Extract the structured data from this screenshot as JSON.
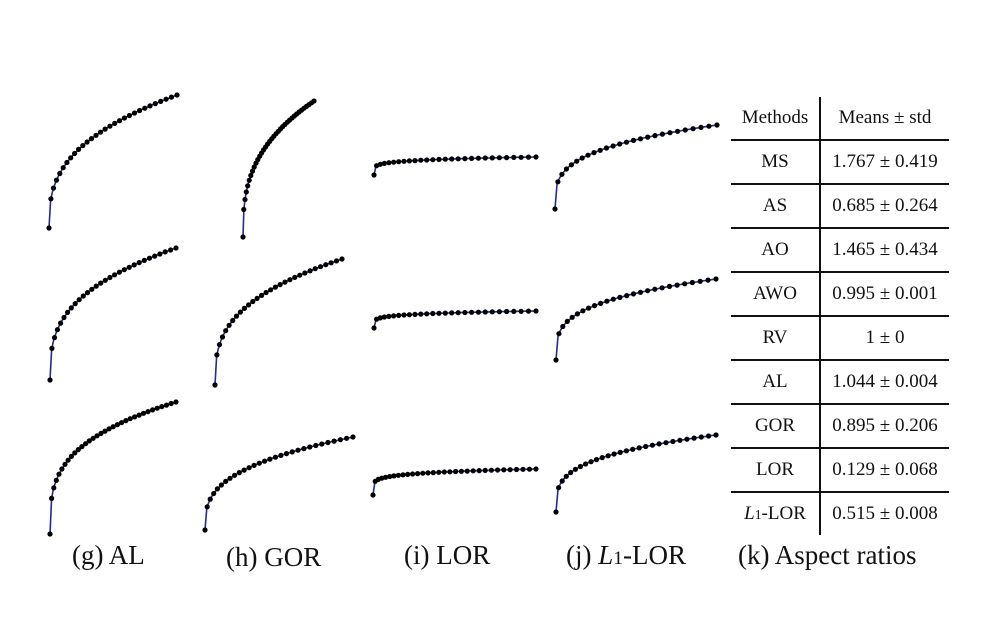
{
  "captions": {
    "g": "(g) AL",
    "h": "(h) GOR",
    "i": "(i) LOR",
    "j_prefix": "(j) ",
    "j_italic": "L",
    "j_sub": "1",
    "j_suffix": "-LOR",
    "k": "(k) Aspect ratios"
  },
  "table": {
    "headers": [
      "Methods",
      "Means ± std"
    ],
    "rows": [
      {
        "method": "MS",
        "value": "1.767 ± 0.419"
      },
      {
        "method": "AS",
        "value": "0.685 ± 0.264"
      },
      {
        "method": "AO",
        "value": "1.465 ± 0.434"
      },
      {
        "method": "AWO",
        "value": "0.995 ± 0.001"
      },
      {
        "method": "RV",
        "value": "1 ± 0"
      },
      {
        "method": "AL",
        "value": "1.044 ± 0.004"
      },
      {
        "method": "GOR",
        "value": "0.895 ± 0.206"
      },
      {
        "method": "LOR",
        "value": "0.129 ± 0.068"
      },
      {
        "method_italic": "L",
        "method_sub": "1",
        "method_suffix": "-LOR",
        "value": "0.515 ± 0.008"
      }
    ]
  },
  "colors": {
    "curve": "#1f2f8a",
    "point": "#000000"
  }
}
